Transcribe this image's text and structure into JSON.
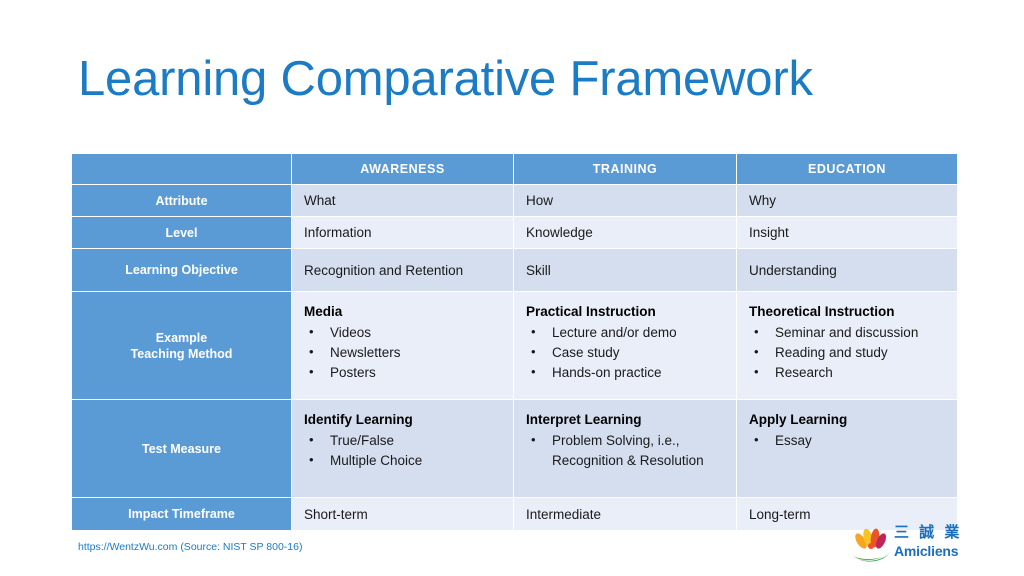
{
  "slide": {
    "title": "Learning Comparative Framework",
    "title_color": "#1B7BC4",
    "background": "#ffffff"
  },
  "colors": {
    "header_blue": "#5B9BD5",
    "row_dark": "#D4DEEF",
    "row_light": "#E9EEF8",
    "title_blue": "#1B7BC4",
    "logo_blue": "#1B6FBF"
  },
  "table": {
    "columns": [
      "",
      "AWARENESS",
      "TRAINING",
      "EDUCATION"
    ],
    "rows": [
      {
        "label": "Attribute",
        "cells": [
          {
            "text": "What"
          },
          {
            "text": "How"
          },
          {
            "text": "Why"
          }
        ]
      },
      {
        "label": "Level",
        "cells": [
          {
            "text": "Information"
          },
          {
            "text": "Knowledge"
          },
          {
            "text": "Insight"
          }
        ]
      },
      {
        "label": "Learning Objective",
        "cells": [
          {
            "text": "Recognition and Retention"
          },
          {
            "text": "Skill"
          },
          {
            "text": "Understanding"
          }
        ]
      },
      {
        "label_line1": "Example",
        "label_line2": "Teaching Method",
        "cells": [
          {
            "heading": "Media",
            "bullets": [
              "Videos",
              "Newsletters",
              "Posters"
            ]
          },
          {
            "heading": "Practical Instruction",
            "bullets": [
              "Lecture and/or demo",
              "Case study",
              "Hands-on practice"
            ]
          },
          {
            "heading": "Theoretical Instruction",
            "bullets": [
              "Seminar and discussion",
              "Reading and study",
              "Research"
            ]
          }
        ]
      },
      {
        "label": "Test Measure",
        "cells": [
          {
            "heading": "Identify Learning",
            "bullets": [
              "True/False",
              "Multiple Choice"
            ]
          },
          {
            "heading": "Interpret Learning",
            "bullets": [
              "Problem Solving, i.e., Recognition & Resolution"
            ]
          },
          {
            "heading": "Apply Learning",
            "bullets": [
              "Essay"
            ]
          }
        ]
      },
      {
        "label": "Impact Timeframe",
        "cells": [
          {
            "text": "Short-term"
          },
          {
            "text": "Intermediate"
          },
          {
            "text": "Long-term"
          }
        ]
      }
    ]
  },
  "footer": {
    "source_text": "https://WentzWu.com (Source: NIST SP 800-16)"
  },
  "logo": {
    "chinese_name": "三 誠 業",
    "latin_name": "Amicliens"
  }
}
